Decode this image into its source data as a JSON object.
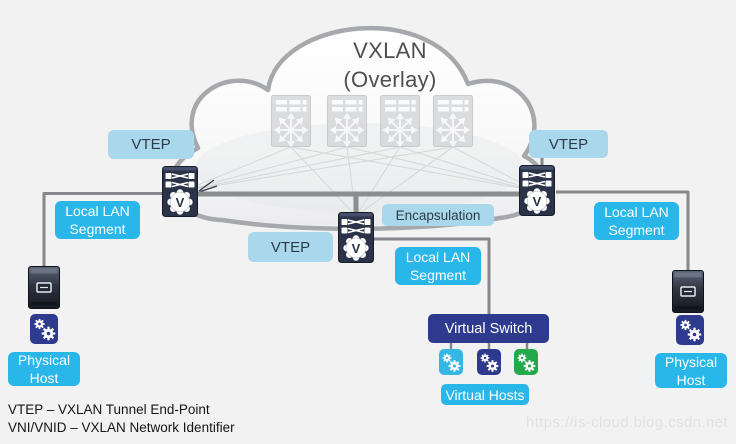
{
  "page": {
    "background": "#f2f2f3"
  },
  "cloud": {
    "title_line1": "VXLAN",
    "title_line2": "(Overlay)"
  },
  "labels": {
    "vtep_left": "VTEP",
    "vtep_center": "VTEP",
    "vtep_right": "VTEP",
    "encapsulation": "Encapsulation",
    "local_lan_left": "Local LAN Segment",
    "local_lan_center": "Local LAN Segment",
    "local_lan_right": "Local LAN Segment",
    "physical_host_left": "Physical Host",
    "physical_host_right": "Physical Host",
    "virtual_switch": "Virtual Switch",
    "virtual_hosts": "Virtual Hosts"
  },
  "legend": {
    "vtep_definition": "VTEP – VXLAN Tunnel End-Point",
    "vni_definition": "VNI/VNID – VXLAN Network Identifier"
  },
  "watermark": "https://is-cloud.blog.csdn.net",
  "colors": {
    "label_light_blue": "#a9d8ed",
    "label_cyan": "#29b6e8",
    "label_navy": "#2d3a8d",
    "vm_tile_cyan": "#35b7e6",
    "vm_tile_navy": "#2d3a8d",
    "vm_tile_green": "#23a84a",
    "cloud_border": "#a6a8ab",
    "underlay_line": "#8b8d8f",
    "segment_line": "#85878a",
    "mesh_line": "#d7d8da"
  },
  "icons": {
    "spine_switch_icon": "fabric-spine-switch",
    "vtep_switch_icon": "leaf-switch-with-v-badge",
    "vtep_badge_letter": "V",
    "server_icon": "rack-server",
    "gears_icon": "workload-gears",
    "vm_icon": "virtual-machine-gears"
  }
}
